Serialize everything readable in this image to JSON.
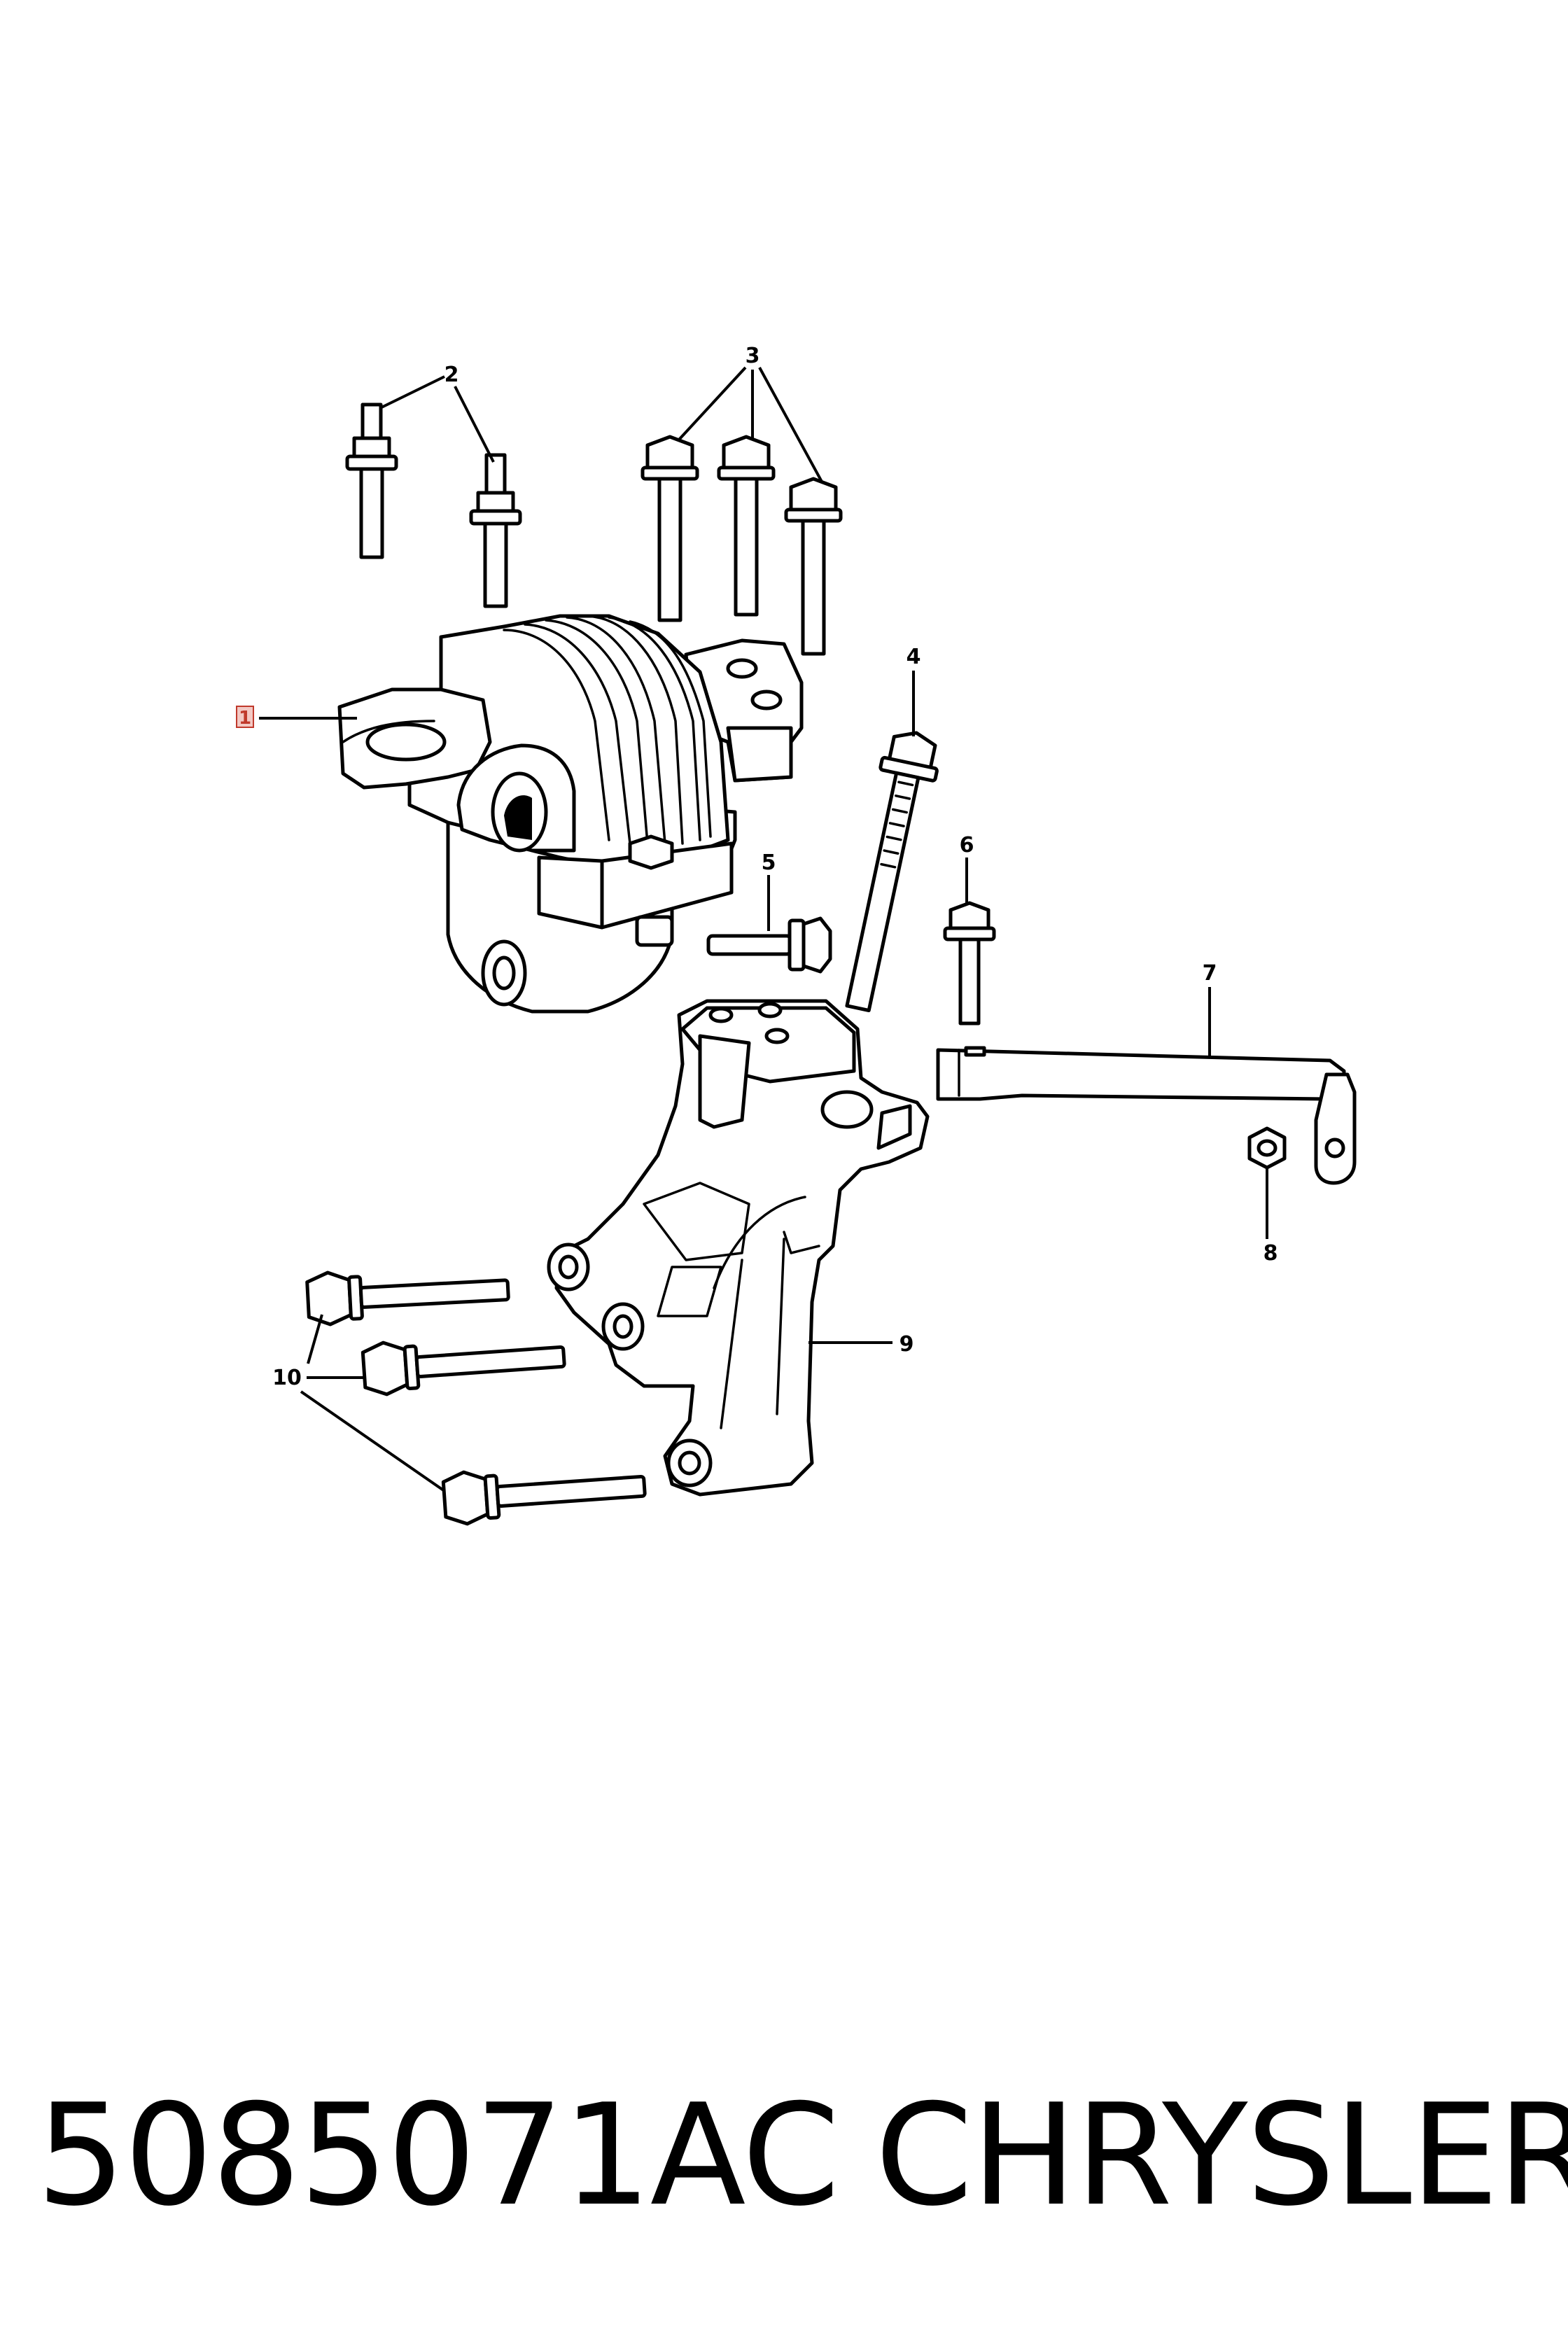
{
  "callouts": {
    "c1": "1",
    "c2": "2",
    "c3": "3",
    "c4": "4",
    "c5": "5",
    "c6": "6",
    "c7": "7",
    "c8": "8",
    "c9": "9",
    "c10": "10"
  },
  "footer": {
    "part_number": "5085071AC",
    "brand": "CHRYSLER"
  },
  "colors": {
    "highlight": "#c0392b",
    "line": "#000000",
    "background": "#ffffff"
  }
}
